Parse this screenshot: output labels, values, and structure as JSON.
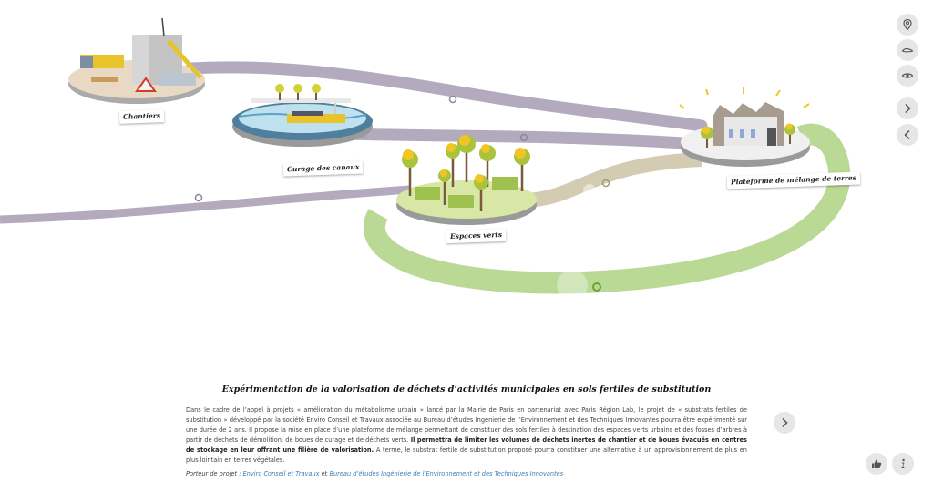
{
  "nodes": {
    "chantiers": "Chantiers",
    "curage": "Curage des canaux",
    "espaces_verts": "Espaces verts",
    "plateforme": "Plateforme de mélange de terres"
  },
  "sidebar": {
    "items": [
      {
        "icon": "map-pin-icon"
      },
      {
        "icon": "layers-icon"
      },
      {
        "icon": "eye-icon"
      },
      {
        "icon": "chevron-right-icon"
      },
      {
        "icon": "chevron-left-icon"
      }
    ]
  },
  "article": {
    "title": "Expérimentation de la valorisation de déchets d’activités municipales en sols fertiles de substitution",
    "body_part1": "Dans le cadre de l’appel à projets « amélioration du métabolisme urbain » lancé par la Mairie de Paris en partenariat avec Paris Région Lab, le projet de « substrats fertiles de substitution » développé par la société Enviro Conseil et Travaux associée au Bureau d’études Ingénierie de l’Environnement et des Techniques Innovantes pourra être expérimenté sur une durée de 2 ans. Il propose la mise en place d’une plateforme de mélange permettant de constituer des sols fertiles à destination des espaces verts urbains et des fosses d’arbres à partir de déchets de démolition, de boues de curage et de déchets verts.",
    "body_bold": "Il permettra de limiter les volumes de déchets inertes de chantier et de boues évacués en centres de stockage en leur offrant une filière de valorisation.",
    "body_part2": "A terme, le substrat fertile de substitution proposé pourra constituer une alternative à un approvisionnement de plus en plus lointain en terres végétales.",
    "sponsor_prefix": "Porteur de projet :",
    "sponsor_link1": "Enviro Conseil et Travaux",
    "sponsor_and": "et",
    "sponsor_link2": "Bureau d’études Ingénierie de l’Environnement et des Techniques Innovantes"
  },
  "controls": {
    "next": "chevron-right-icon",
    "like": "thumbs-up-icon",
    "info": "info-icon"
  },
  "colors": {
    "flow_grey": "#a69cb2",
    "flow_tan": "#cbc3a4",
    "flow_green": "#a8cf7a",
    "link": "#3a7fb8"
  }
}
